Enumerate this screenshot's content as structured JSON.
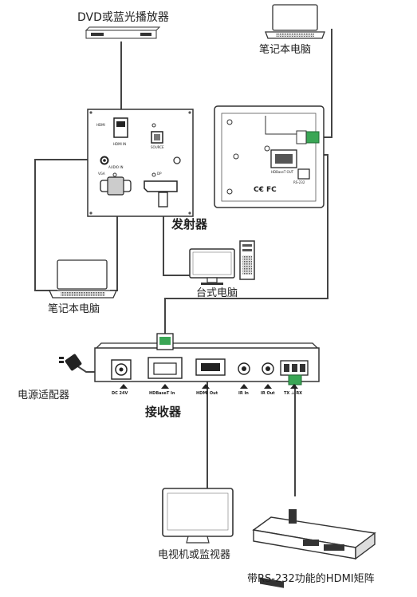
{
  "labels": {
    "dvd_player": "DVD或蓝光播放器",
    "laptop_top": "笔记本电脑",
    "laptop_left": "笔记本电脑",
    "desktop": "台式电脑",
    "transmitter": "发射器",
    "receiver": "接收器",
    "power_adapter": "电源适配器",
    "tv": "电视机或监视器",
    "matrix": "带RS-232功能的HDMI矩阵"
  },
  "transmitter_panel": {
    "hdmi": "HDMI",
    "hdmi_in": "HDMI IN",
    "source": "SOURCE",
    "audio_in": "AUDIO IN",
    "vga": "VGA",
    "dp": "DP"
  },
  "transmitter_back": {
    "hdbaset_out": "HDBaseT OUT",
    "rs232": "RS-232",
    "marks": "C€ FC"
  },
  "receiver_ports": {
    "dc": "DC 24V",
    "hdbaset_in": "HDBaseT In",
    "hdmi_out": "HDMI Out",
    "ir_in": "IR In",
    "ir_out": "IR Out",
    "txrx": "TX ⊥ RX"
  }
}
